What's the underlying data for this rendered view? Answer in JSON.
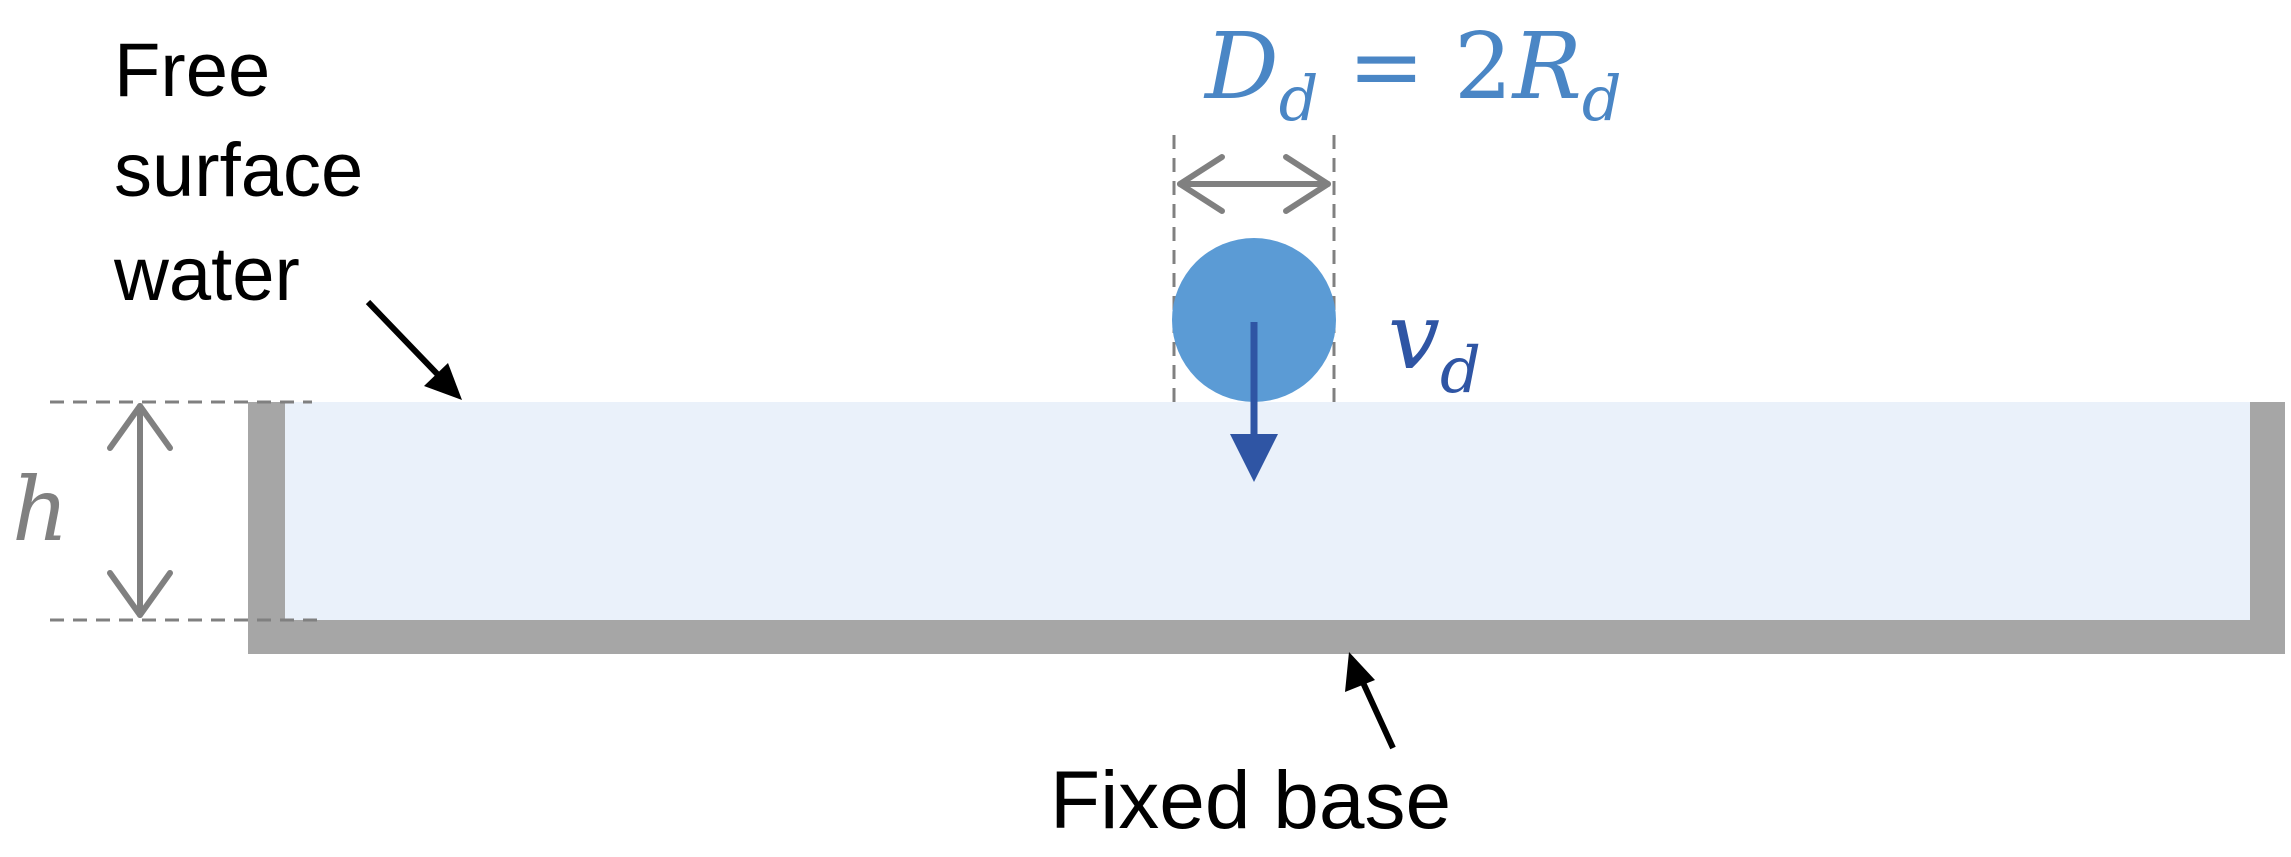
{
  "labels": {
    "free_surface_line1": "Free",
    "free_surface_line2": "surface",
    "free_surface_line3": "water",
    "fixed_base": "Fixed base"
  },
  "math": {
    "diameter_symbol": "D",
    "diameter_sub": "d",
    "equals": " = 2",
    "radius_symbol": "R",
    "radius_sub": "d",
    "velocity_symbol": "v",
    "velocity_sub": "d",
    "depth_symbol": "h"
  },
  "colors": {
    "water_fill": "#eaf1fa",
    "container": "#a6a6a6",
    "droplet": "#5b9bd5",
    "velocity_arrow": "#2f55a4",
    "diameter_text": "#4a86c5",
    "velocity_text": "#2f55a4",
    "dimension_gray": "#808080",
    "label_text": "#000000"
  }
}
